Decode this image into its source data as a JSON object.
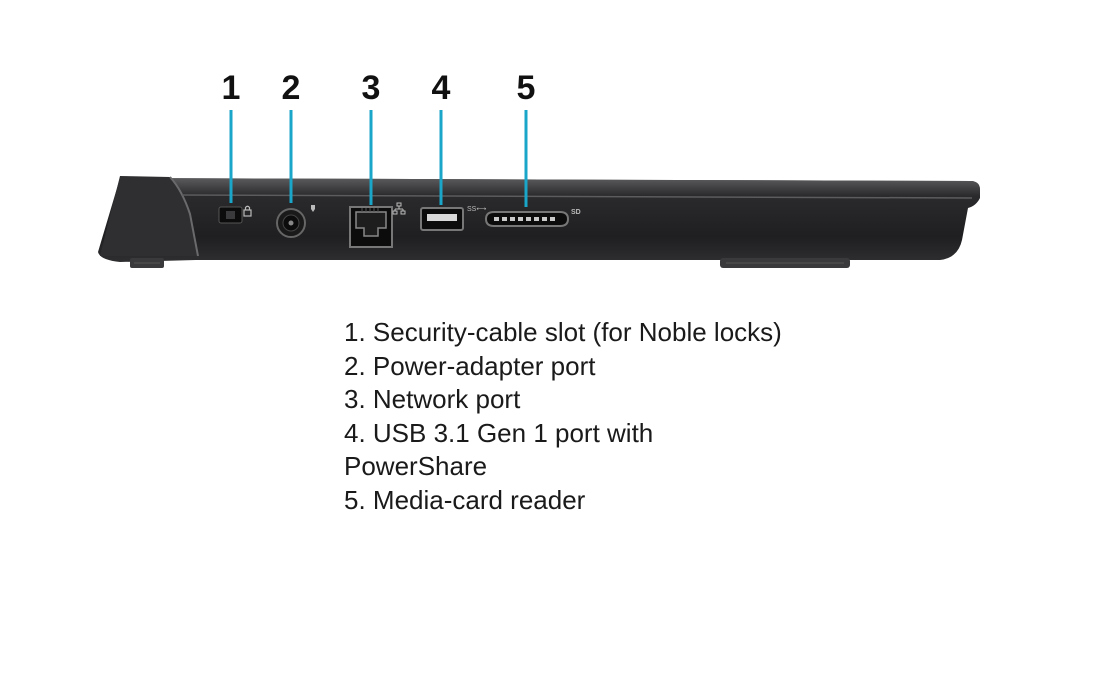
{
  "callouts": [
    {
      "number": "1"
    },
    {
      "number": "2"
    },
    {
      "number": "3"
    },
    {
      "number": "4"
    },
    {
      "number": "5"
    }
  ],
  "port_labels": {
    "usb": "SS⟷",
    "sd": "SD"
  },
  "legend": [
    "1. Security-cable slot (for Noble locks)",
    "2. Power-adapter port",
    "3. Network port",
    "4. USB 3.1 Gen 1 port with\nPowerShare",
    "5. Media-card reader"
  ],
  "colors": {
    "callout_line": "#1aa6c9",
    "chassis": "#2b2b2d",
    "chassis_edge": "#5a5a5c",
    "port": "#0c0c0c"
  }
}
